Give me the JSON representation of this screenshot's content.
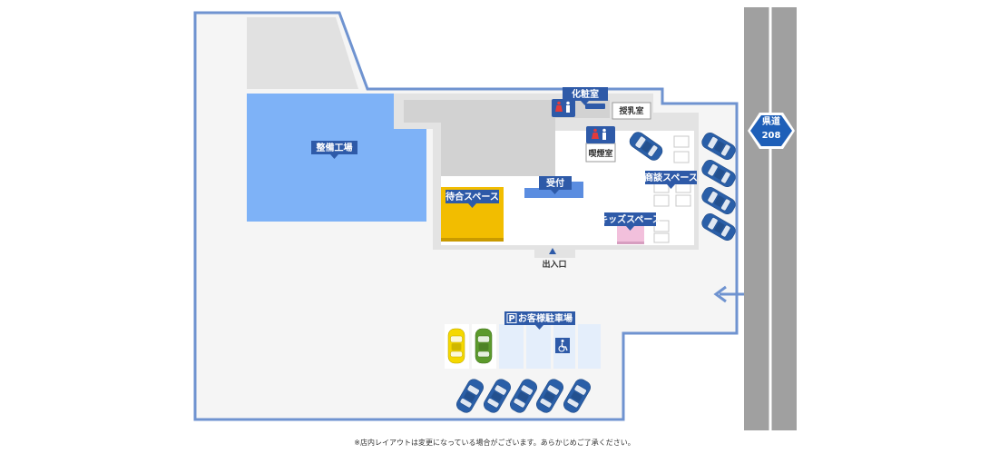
{
  "colors": {
    "outline": "#6f93d0",
    "floor": "#f5f5f5",
    "building": "#e3e3e3",
    "building_inner": "#d2d2d2",
    "workshop": "#7eb2f7",
    "waiting": "#f2bd00",
    "kids": "#f2c0dc",
    "tag": "#2e5aa8",
    "road": "#a0a0a0",
    "car_blue": "#2a5fa8",
    "car_yellow": "#f5d800",
    "car_green": "#5c9a2c",
    "arrow": "#6f93d0",
    "route_badge": "#1e5fb8"
  },
  "labels": {
    "workshop": "整備工場",
    "toilet": "化粧室",
    "nursing": "授乳室",
    "smoking": "喫煙室",
    "reception": "受付",
    "waiting": "待合スペース",
    "meeting": "商談スペース",
    "kids": "キッズスペース",
    "entrance": "出入口",
    "parking": "お客様駐車場",
    "parking_icon": "P",
    "route_prefix": "県道",
    "route_number": "208"
  },
  "icons": {
    "toilet": "toilet-icon",
    "wheelchair": "wheelchair-icon",
    "entrance_arrow": "up-triangle-icon",
    "route_badge": "hexagon-route-icon",
    "car": "car-icon"
  },
  "footnote": "※店内レイアウトは変更になっている場合がございます。あらかじめご了承ください。"
}
